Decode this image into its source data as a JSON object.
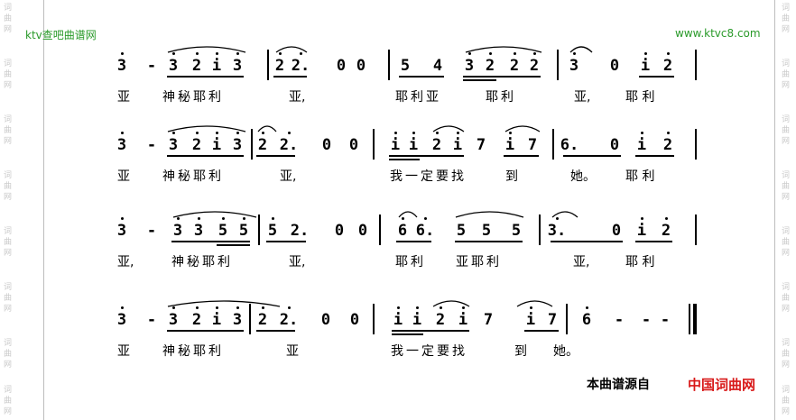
{
  "watermark": {
    "glyph_a": "词",
    "glyph_b": "曲",
    "glyph_c": "网"
  },
  "header": {
    "left": "ktv查吧曲谱网",
    "right": "www.ktvc8.com"
  },
  "footer": {
    "source_label": "本曲谱源自",
    "brand": "中国词曲网"
  },
  "score": {
    "lines": [
      {
        "notes": [
          "3",
          "-",
          "3",
          "2",
          "i",
          "3",
          "2",
          "2.",
          "0",
          "0",
          "5",
          "4",
          "3",
          "2",
          "2",
          "2",
          "3",
          "0",
          "i",
          "2"
        ],
        "lyric_a": "亚",
        "lyric_b": "神秘耶利",
        "lyric_c": "亚,",
        "lyric_d": "耶利亚",
        "lyric_e": "耶利",
        "lyric_f": "亚,",
        "lyric_g": "耶 利"
      },
      {
        "notes": [
          "3",
          "-",
          "3",
          "2",
          "i",
          "3",
          "2",
          "2.",
          "0",
          "0",
          "i",
          "i",
          "2",
          "i",
          "7",
          "i",
          "7",
          "6.",
          "0",
          "i",
          "2"
        ],
        "lyric_a": "亚",
        "lyric_b": "神秘耶利",
        "lyric_c": "亚,",
        "lyric_d": "我一定要找",
        "lyric_e": "到",
        "lyric_f": "她。",
        "lyric_g": "耶 利"
      },
      {
        "notes": [
          "3",
          "-",
          "3",
          "3",
          "5",
          "5",
          "5",
          "2.",
          "0",
          "0",
          "6",
          "6.",
          "5",
          "5",
          "5",
          "3.",
          "0",
          "i",
          "2"
        ],
        "lyric_a": "亚,",
        "lyric_b": "神秘耶利",
        "lyric_c": "亚,",
        "lyric_d": "耶利",
        "lyric_e": "亚耶利",
        "lyric_f": "亚,",
        "lyric_g": "耶 利"
      },
      {
        "notes": [
          "3",
          "-",
          "3",
          "2",
          "i",
          "3",
          "2",
          "2.",
          "0",
          "0",
          "i",
          "i",
          "2",
          "i",
          "7",
          "i",
          "7",
          "6",
          "-",
          "-",
          "-"
        ],
        "lyric_a": "亚",
        "lyric_b": "神秘耶利",
        "lyric_c": "亚",
        "lyric_d": "我一定要找",
        "lyric_e": "到",
        "lyric_f": "她。"
      }
    ]
  }
}
